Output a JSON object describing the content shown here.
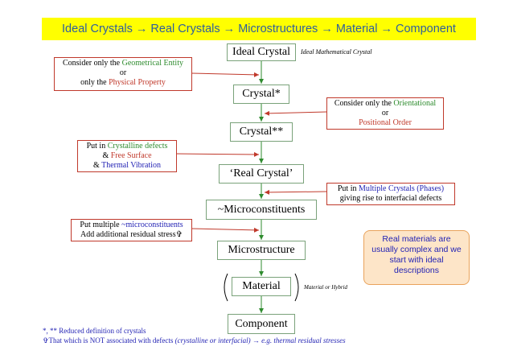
{
  "banner": {
    "text": "Ideal Crystals → Real Crystals → Microstructures → Material → Component"
  },
  "nodes": {
    "ideal_crystal": "Ideal Crystal",
    "crystal_1": "Crystal*",
    "crystal_2": "Crystal**",
    "real_crystal": "‘Real Crystal’",
    "microconstituents": "~Microconstituents",
    "microstructure": "Microstructure",
    "material": "Material",
    "component": "Component"
  },
  "side_labels": {
    "ideal_mathematical": "Ideal Mathematical Crystal",
    "material_or_hybrid": "Material or Hybrid"
  },
  "notes": {
    "geometrical": {
      "prefix": "Consider only the ",
      "highlight1": "Geometrical Entity",
      "middle": "or",
      "prefix2": "only the ",
      "highlight2": "Physical Property"
    },
    "orientational": {
      "prefix": "Consider only the ",
      "highlight1": "Orientational",
      "middle": "or",
      "highlight2": "Positional Order"
    },
    "defects": {
      "prefix": "Put in ",
      "highlight1": "Crystalline defects",
      "line2_prefix": "& ",
      "highlight2": "Free Surface",
      "line3_prefix": "& ",
      "highlight3": "Thermal Vibration"
    },
    "multiple_crystals": {
      "prefix": "Put in ",
      "highlight1": "Multiple Crystals (Phases)",
      "line2": "giving rise to interfacial defects"
    },
    "microconstituents": {
      "prefix": "Put multiple ",
      "highlight1": "~microconstituents",
      "line2": "Add additional residual stress"
    }
  },
  "callout": {
    "text": "Real materials are usually complex and we start with ideal descriptions"
  },
  "footnotes": {
    "line1": "*, ** Reduced definition of crystals",
    "line2_prefix": "That which is NOT associated with defects ",
    "line2_italic": "(crystalline or interfacial) → e.g. thermal residual stresses"
  },
  "colors": {
    "banner_bg": "#ffff00",
    "banner_text": "#2e5e9e",
    "arrow": "#2e8b2e",
    "note_border": "#c0392b",
    "callout_bg": "#fde5c8"
  }
}
